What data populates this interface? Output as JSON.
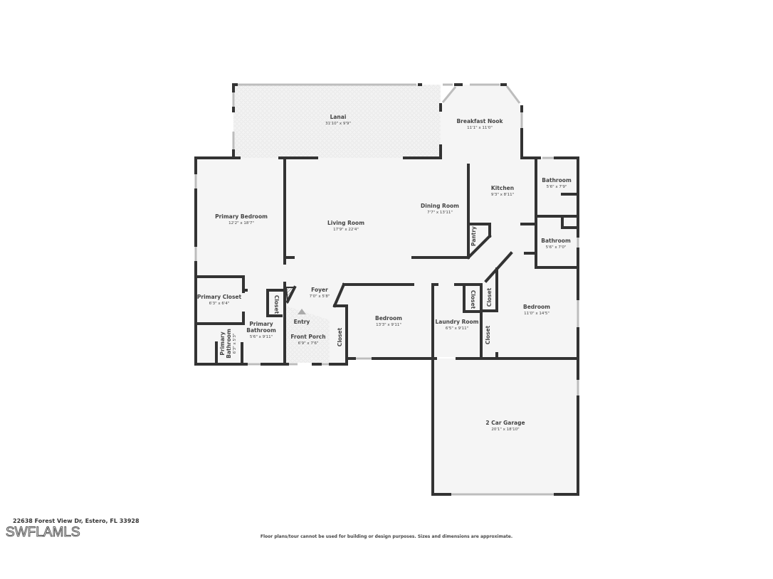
{
  "rooms": {
    "lanai": {
      "name": "Lanai",
      "dim": "31'10\" x 9'9\""
    },
    "breakfast_nook": {
      "name": "Breakfast Nook",
      "dim": "11'1\" x 11'0\""
    },
    "primary_bedroom": {
      "name": "Primary Bedroom",
      "dim": "12'2\" x 18'7\""
    },
    "living_room": {
      "name": "Living Room",
      "dim": "17'9\" x 22'4\""
    },
    "dining_room": {
      "name": "Dining Room",
      "dim": "7'7\" x 13'11\""
    },
    "kitchen": {
      "name": "Kitchen",
      "dim": "9'3\" x 8'11\""
    },
    "bathroom_1": {
      "name": "Bathroom",
      "dim": "5'6\" x 7'9\""
    },
    "bathroom_2": {
      "name": "Bathroom",
      "dim": "5'6\" x 7'0\""
    },
    "pantry": {
      "name": "Pantry"
    },
    "primary_closet": {
      "name": "Primary Closet",
      "dim": "6'3\" x 6'4\""
    },
    "primary_bathroom_main": {
      "name_line1": "Primary",
      "name_line2": "Bathroom",
      "dim": "5'6\" x 9'11\""
    },
    "primary_bathroom_small": {
      "name_line1": "Primary",
      "name_line2": "Bathroom",
      "dim": "6'3\" x 5'3\""
    },
    "closet_primary": {
      "name": "Closet"
    },
    "foyer": {
      "name": "Foyer",
      "dim": "7'0\" x 5'8\""
    },
    "entry": {
      "name": "Entry"
    },
    "front_porch": {
      "name": "Front Porch",
      "dim": "6'9\" x 7'6\""
    },
    "closet_bedroom2": {
      "name": "Closet"
    },
    "bedroom_2": {
      "name": "Bedroom",
      "dim": "13'3\" x 9'11\""
    },
    "laundry_room": {
      "name": "Laundry Room",
      "dim": "6'5\" x 9'11\""
    },
    "closet_laundry": {
      "name": "Closet"
    },
    "closet_bedroom3_upper": {
      "name": "Closet"
    },
    "closet_bedroom3_lower": {
      "name": "Closet"
    },
    "bedroom_3": {
      "name": "Bedroom",
      "dim": "11'0\" x 14'5\""
    },
    "garage": {
      "name": "2 Car Garage",
      "dim": "20'1\" x 18'10\""
    }
  },
  "footer": {
    "address": "22638 Forest View Dr, Estero, FL 33928",
    "logo": "SWFLAMLS",
    "disclaimer": "Floor plans/tour cannot be used for building or design purposes. Sizes and dimensions are approximate."
  },
  "colors": {
    "wall": "#333333",
    "floor": "#f5f5f5",
    "window": "#bdbdbd"
  }
}
